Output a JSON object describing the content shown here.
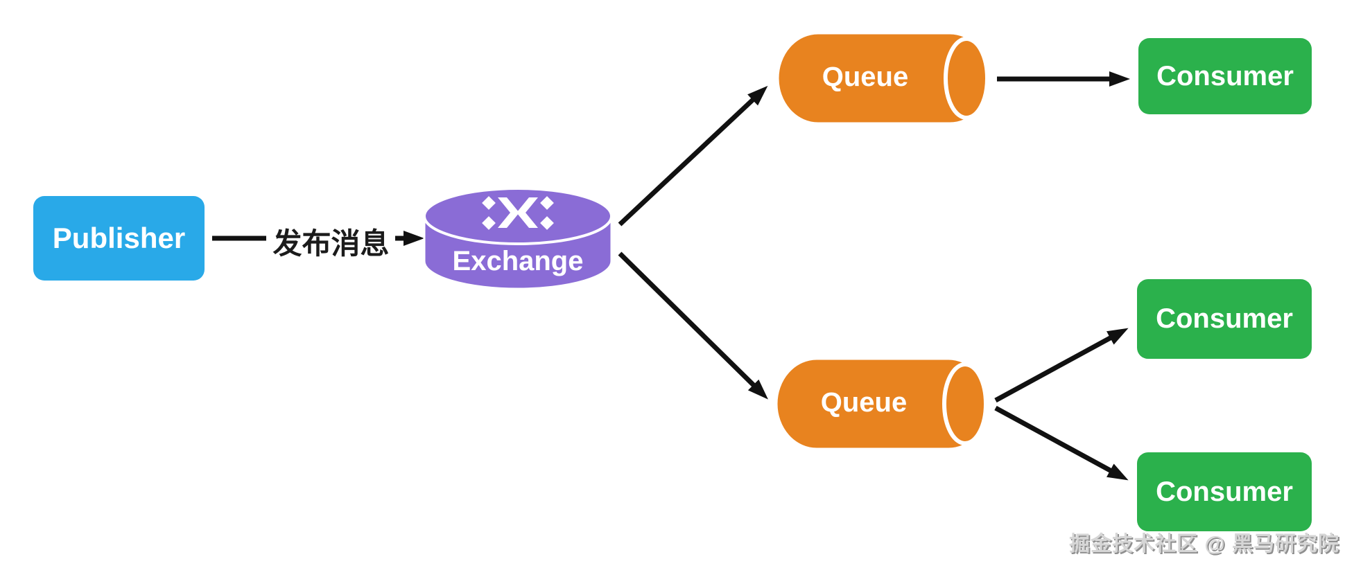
{
  "nodes": {
    "publisher": {
      "label": "Publisher",
      "color": "#29A9E8"
    },
    "exchange": {
      "label": "Exchange",
      "color": "#8A6CD6"
    },
    "queue_top": {
      "label": "Queue",
      "color": "#E8831F"
    },
    "queue_bottom": {
      "label": "Queue",
      "color": "#E8831F"
    },
    "consumer_top": {
      "label": "Consumer",
      "color": "#2BB14C"
    },
    "consumer_middle": {
      "label": "Consumer",
      "color": "#2BB14C"
    },
    "consumer_bottom": {
      "label": "Consumer",
      "color": "#2BB14C"
    }
  },
  "edges": {
    "publish_label": "发布消息"
  },
  "watermark": "掘金技术社区 @ 黑马研究院",
  "colors": {
    "arrow": "#111111",
    "background": "#ffffff",
    "icon": "#ffffff"
  }
}
